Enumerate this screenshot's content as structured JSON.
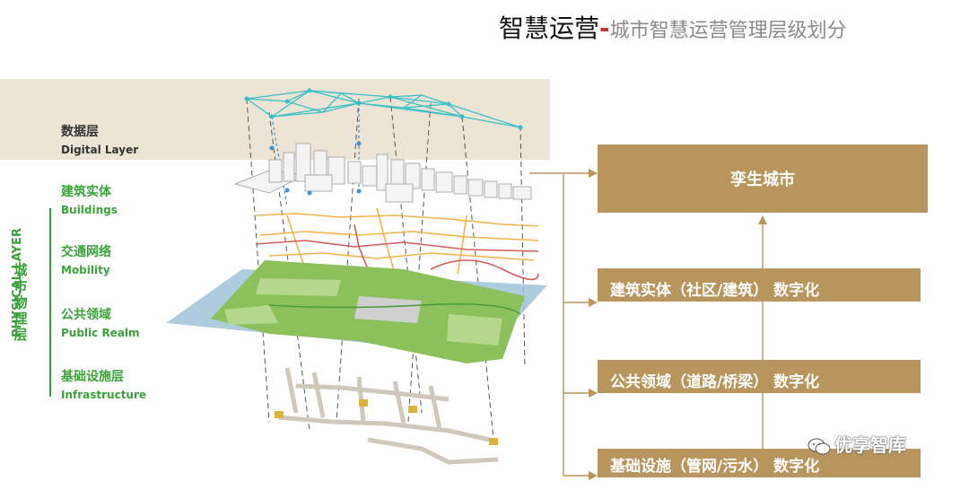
{
  "title": {
    "main": "智慧运营",
    "separator": "-",
    "sub": "城市智慧运营管理层级划分"
  },
  "layers": {
    "digital": {
      "zh": "数据层",
      "en": "Digital Layer"
    },
    "buildings": {
      "zh": "建筑实体",
      "en": "Buildings"
    },
    "mobility": {
      "zh": "交通网络",
      "en": "Mobility"
    },
    "public_realm": {
      "zh": "公共领域",
      "en": "Public Realm"
    },
    "infrastructure": {
      "zh": "基础设施层",
      "en": "Infrastructure"
    }
  },
  "physical_layer": {
    "zh": "城市物理层",
    "en": "PHYSICAL LAYER"
  },
  "boxes": {
    "twin_city": "孪生城市",
    "buildings_digital": "建筑实体（社区/建筑） 数字化",
    "public_digital": "公共领域（道路/桥梁） 数字化",
    "infra_digital": "基础设施（管网/污水） 数字化"
  },
  "watermark": "优享智库",
  "colors": {
    "accent_gold": "#b8955c",
    "label_green": "#3aa23a",
    "band_beige": "#ece5d6",
    "water_blue": "#9fc3d8",
    "park_green": "#8cc05a",
    "road_orange": "#f0b54a",
    "road_red": "#d35b5b",
    "net_teal": "#3bbfc6"
  }
}
